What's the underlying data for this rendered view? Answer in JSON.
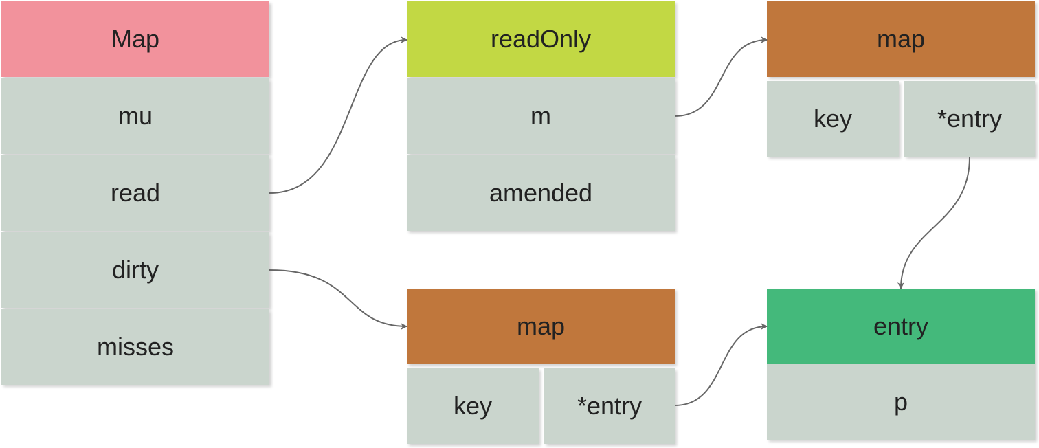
{
  "colors": {
    "cell": "#cad5cd",
    "map_struct_header": "#f2929c",
    "readonly_header": "#c2d844",
    "map_header": "#c0773c",
    "entry_header": "#44b97b",
    "arrow": "#666666"
  },
  "map_struct": {
    "title": "Map",
    "fields": [
      "mu",
      "read",
      "dirty",
      "misses"
    ]
  },
  "read_only": {
    "title": "readOnly",
    "fields": [
      "m",
      "amended"
    ]
  },
  "read_map": {
    "title": "map",
    "key": "key",
    "value": "*entry"
  },
  "dirty_map": {
    "title": "map",
    "key": "key",
    "value": "*entry"
  },
  "entry": {
    "title": "entry",
    "fields": [
      "p"
    ]
  }
}
